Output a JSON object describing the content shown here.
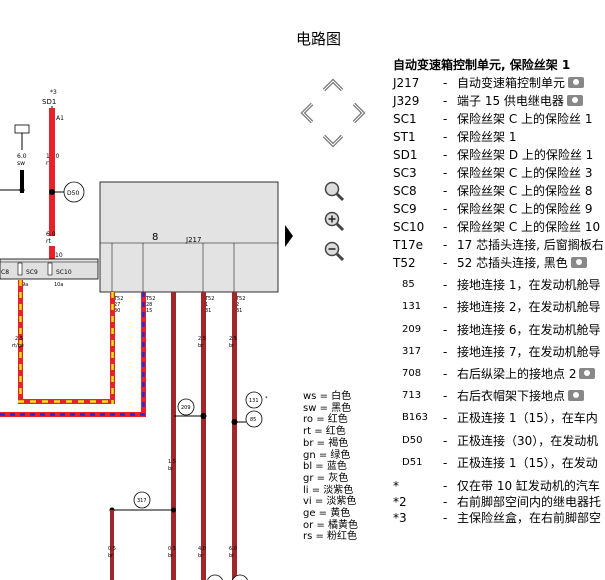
{
  "page_title": "电路图",
  "legend": {
    "title": "自动变速箱控制单元, 保险丝架 1",
    "items": [
      {
        "code": "J217",
        "desc": "自动变速箱控制单元",
        "camera": true
      },
      {
        "code": "J329",
        "desc": "端子 15 供电继电器",
        "camera": true
      },
      {
        "code": "SC1",
        "desc": "保险丝架 C 上的保险丝 1",
        "camera": false
      },
      {
        "code": "ST1",
        "desc": "保险丝架 1",
        "camera": false
      },
      {
        "code": "SD1",
        "desc": "保险丝架 D 上的保险丝 1",
        "camera": false
      },
      {
        "code": "SC3",
        "desc": "保险丝架 C 上的保险丝 3",
        "camera": false
      },
      {
        "code": "SC8",
        "desc": "保险丝架 C 上的保险丝 8",
        "camera": false
      },
      {
        "code": "SC9",
        "desc": "保险丝架 C 上的保险丝 9",
        "camera": false
      },
      {
        "code": "SC10",
        "desc": "保险丝架 C 上的保险丝 10",
        "camera": false
      },
      {
        "code": "T17e",
        "desc": "17 芯插头连接, 后窗搁板右",
        "camera": false
      },
      {
        "code": "T52",
        "desc": "52 芯插头连接, 黑色",
        "camera": true
      },
      {
        "code": "85",
        "desc": "接地连接 1，在发动机舱导",
        "camera": false
      },
      {
        "code": "131",
        "desc": "接地连接 2，在发动机舱导",
        "camera": false
      },
      {
        "code": "209",
        "desc": "接地连接 6，在发动机舱导",
        "camera": false
      },
      {
        "code": "317",
        "desc": "接地连接 7，在发动机舱导",
        "camera": false
      },
      {
        "code": "708",
        "desc": "右后纵梁上的接地点 2",
        "camera": true
      },
      {
        "code": "713",
        "desc": "右后衣帽架下接地点",
        "camera": true
      },
      {
        "code": "B163",
        "desc": "正极连接 1（15），在车内",
        "camera": false
      },
      {
        "code": "D50",
        "desc": "正极连接（30），在发动机",
        "camera": false
      },
      {
        "code": "D51",
        "desc": "正极连接 1（15），在发动",
        "camera": false
      },
      {
        "code": "*",
        "desc": "仅在带 10 缸发动机的汽车",
        "camera": false
      },
      {
        "code": "*2",
        "desc": "右前脚部空间内的继电器托",
        "camera": false
      },
      {
        "code": "*3",
        "desc": "主保险丝盒，在右前脚部空",
        "camera": false
      }
    ]
  },
  "colors": [
    "ws = 白色",
    "sw = 黑色",
    "ro = 红色",
    "rt = 红色",
    "br = 褐色",
    "gn = 绿色",
    "bl = 蓝色",
    "gr = 灰色",
    "li = 淡紫色",
    "vi = 淡紫色",
    "ge = 黄色",
    "or = 橘黄色",
    "rs = 粉红色"
  ],
  "diagram": {
    "fuse_top_label": "*3",
    "fuse_sd1": "SD1",
    "a1": "A1",
    "sw_gauge": "6.0",
    "sw_color": "sw",
    "rt_gauge": "16.0",
    "rt_color": "rt",
    "d50": "D50",
    "rt2_gauge": "6.0",
    "rt2_color": "rt",
    "box_label": "J217",
    "box_prefix": "8",
    "sc_labels": [
      "C8",
      "SC9",
      "SC10"
    ],
    "sc_pins": [
      "9a",
      "10a"
    ],
    "sc_top": "10",
    "t52_pins": [
      {
        "t": "T52",
        "p": "27",
        "n": "30"
      },
      {
        "t": "T52",
        "p": "28",
        "n": "15"
      },
      {
        "t": "T52",
        "p": "1",
        "n": "31"
      },
      {
        "t": "T52",
        "p": "2",
        "n": "31"
      }
    ],
    "wire_left_gauge": "2.5",
    "wire_left_color": "rt/ge",
    "wire_br1_gauge": "2.5",
    "wire_br1_color": "br",
    "wire_br2_gauge": "2.5",
    "wire_br2_color": "br",
    "node209": "209",
    "node131": "131",
    "node131_star": "*",
    "node85": "85",
    "node317": "317",
    "g15": "1.5",
    "g15c": "br",
    "g05a": "0.5",
    "g05ac": "br",
    "g05b": "0.5",
    "g05bc": "br",
    "g40": "4.0",
    "g40c": "br",
    "g60": "6.0",
    "g60c": "br"
  }
}
